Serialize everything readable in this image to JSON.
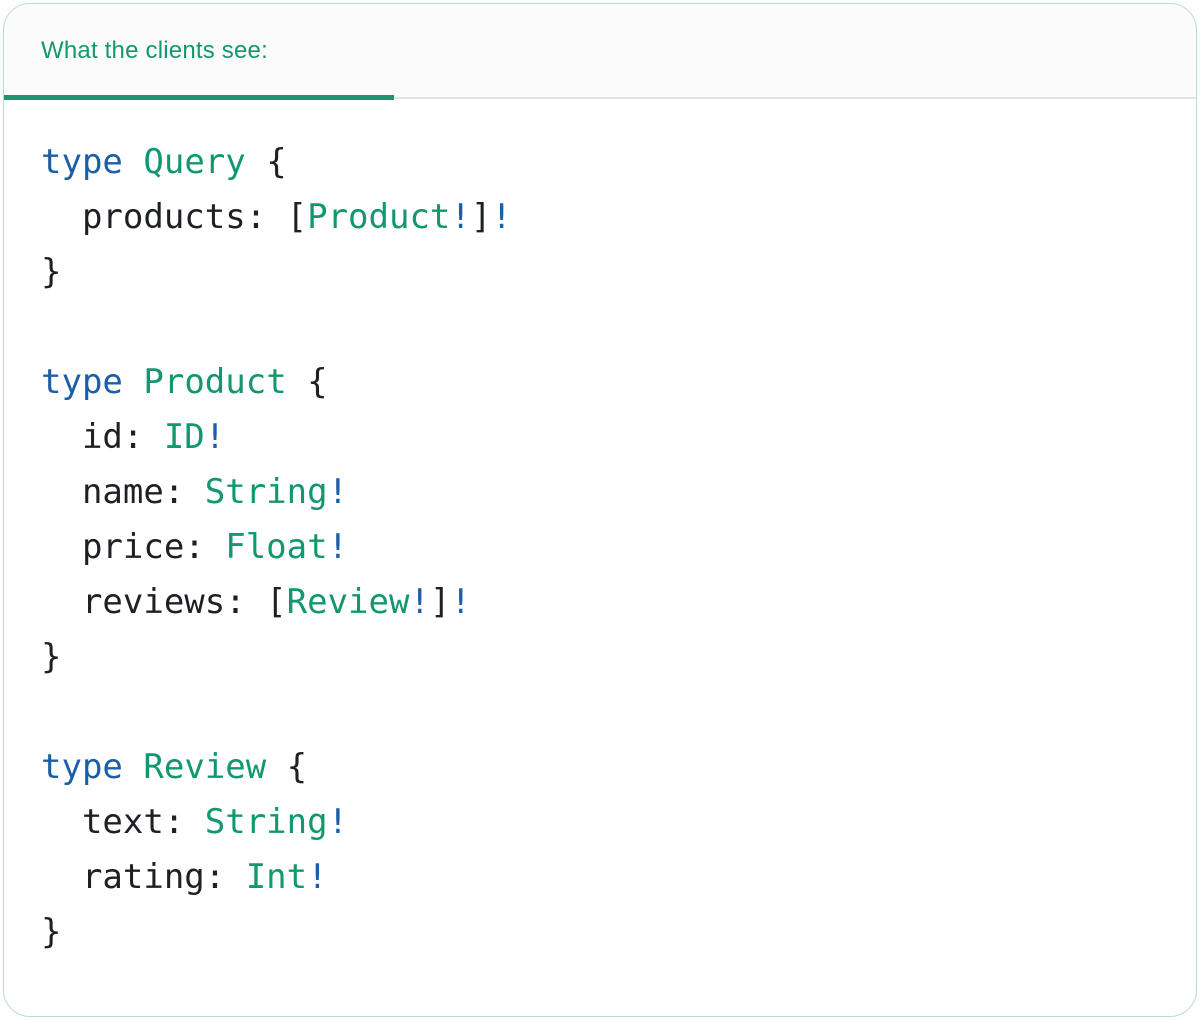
{
  "tab": {
    "label": "What the clients see:"
  },
  "colors": {
    "accent_teal": "#12986e",
    "keyword_blue": "#1b5fa8",
    "text_dark": "#1d2025",
    "tab_underline": "#1e9372",
    "divider_gray": "#e4e4e4",
    "card_border_green": "#b9dccb",
    "tabbar_bg": "#fbfbfb",
    "card_bg": "#ffffff"
  },
  "code": {
    "lines": [
      {
        "tokens": [
          {
            "t": "kw",
            "s": "type"
          },
          {
            "t": "plain",
            "s": " "
          },
          {
            "t": "type",
            "s": "Query"
          },
          {
            "t": "plain",
            "s": " {"
          }
        ]
      },
      {
        "tokens": [
          {
            "t": "plain",
            "s": "  products: ["
          },
          {
            "t": "type",
            "s": "Product"
          },
          {
            "t": "bang",
            "s": "!"
          },
          {
            "t": "plain",
            "s": "]"
          },
          {
            "t": "bang",
            "s": "!"
          }
        ]
      },
      {
        "tokens": [
          {
            "t": "plain",
            "s": "}"
          }
        ]
      },
      {
        "tokens": []
      },
      {
        "tokens": [
          {
            "t": "kw",
            "s": "type"
          },
          {
            "t": "plain",
            "s": " "
          },
          {
            "t": "type",
            "s": "Product"
          },
          {
            "t": "plain",
            "s": " {"
          }
        ]
      },
      {
        "tokens": [
          {
            "t": "plain",
            "s": "  id: "
          },
          {
            "t": "type",
            "s": "ID"
          },
          {
            "t": "bang",
            "s": "!"
          }
        ]
      },
      {
        "tokens": [
          {
            "t": "plain",
            "s": "  name: "
          },
          {
            "t": "type",
            "s": "String"
          },
          {
            "t": "bang",
            "s": "!"
          }
        ]
      },
      {
        "tokens": [
          {
            "t": "plain",
            "s": "  price: "
          },
          {
            "t": "type",
            "s": "Float"
          },
          {
            "t": "bang",
            "s": "!"
          }
        ]
      },
      {
        "tokens": [
          {
            "t": "plain",
            "s": "  reviews: ["
          },
          {
            "t": "type",
            "s": "Review"
          },
          {
            "t": "bang",
            "s": "!"
          },
          {
            "t": "plain",
            "s": "]"
          },
          {
            "t": "bang",
            "s": "!"
          }
        ]
      },
      {
        "tokens": [
          {
            "t": "plain",
            "s": "}"
          }
        ]
      },
      {
        "tokens": []
      },
      {
        "tokens": [
          {
            "t": "kw",
            "s": "type"
          },
          {
            "t": "plain",
            "s": " "
          },
          {
            "t": "type",
            "s": "Review"
          },
          {
            "t": "plain",
            "s": " {"
          }
        ]
      },
      {
        "tokens": [
          {
            "t": "plain",
            "s": "  text: "
          },
          {
            "t": "type",
            "s": "String"
          },
          {
            "t": "bang",
            "s": "!"
          }
        ]
      },
      {
        "tokens": [
          {
            "t": "plain",
            "s": "  rating: "
          },
          {
            "t": "type",
            "s": "Int"
          },
          {
            "t": "bang",
            "s": "!"
          }
        ]
      },
      {
        "tokens": [
          {
            "t": "plain",
            "s": "}"
          }
        ]
      }
    ]
  }
}
